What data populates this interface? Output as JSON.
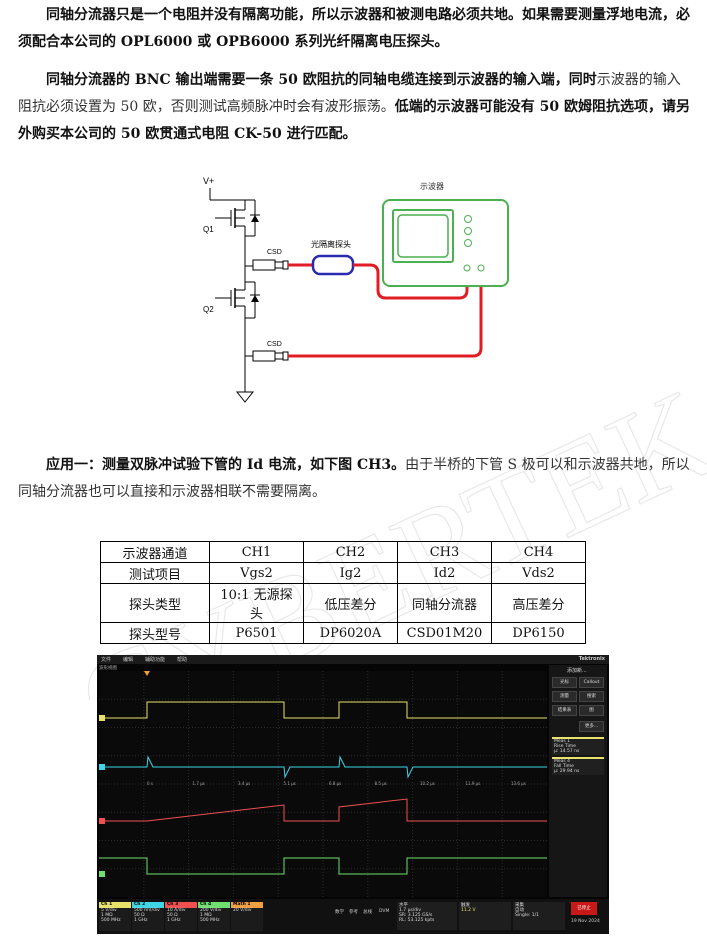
{
  "paragraph1": {
    "a": "同轴分流器只是一个电阻并没有隔离功能，所以示波器和被测电路必须共地。如果需要测量浮地电流，必须配合本公司的 OPL6000 或 OPB6000 系列光纤隔离电压探头。"
  },
  "paragraph2": {
    "a": "同轴分流器的 BNC 输出端需要一条 50 欧阻抗的同轴电缆连接到示波器的输入端，同时",
    "b": "示波器的输入阻抗必须设置为 50 欧，否则测试高频脉冲时会有波形振荡。",
    "c": "低端的示波器可能没有 50 欧姆阻抗选项，请另外购买本公司的 50 欧贯通式电阻 CK-50 进行匹配。"
  },
  "diagram": {
    "vplus": "V+",
    "q1": "Q1",
    "q2": "Q2",
    "csd1": "CSD",
    "csd2": "CSD",
    "probe": "光隔离探头",
    "scope": "示波器"
  },
  "paragraph3": {
    "a": "应用一：测量双脉冲试验下管的 Id 电流，如下图 CH3。",
    "b": "由于半桥的下管 S 极可以和示波器共地，所以同轴分流器也可以直接和示波器相联不需要隔离。"
  },
  "table": {
    "rows": [
      [
        "示波器通道",
        "CH1",
        "CH2",
        "CH3",
        "CH4"
      ],
      [
        "测试项目",
        "Vgs2",
        "Ig2",
        "Id2",
        "Vds2"
      ],
      [
        "探头类型",
        "10:1 无源探头",
        "低压差分",
        "同轴分流器",
        "高压差分"
      ],
      [
        "探头型号",
        "P6501",
        "DP6020A",
        "CSD01M20",
        "DP6150"
      ]
    ]
  },
  "watermark": "CYBERTEK",
  "scope": {
    "menu": [
      "文件",
      "编辑",
      "辅助功能",
      "帮助"
    ],
    "brand": "Tektronix",
    "tab": "波形视图",
    "side_title": "添加新...",
    "side_buttons": [
      "光标",
      "Callout",
      "测量",
      "搜索",
      "结果表",
      "图",
      "更多..."
    ],
    "meas1": {
      "title": "Meas 1",
      "name": "Rise Time",
      "value": "μ: 14.57 ns"
    },
    "meas2": {
      "title": "Meas 4",
      "name": "Fall Time",
      "value": "μ: 29.94 ns"
    },
    "time_ticks": [
      "0 s",
      "1.7 μs",
      "3.4 μs",
      "5.1 μs",
      "6.8 μs",
      "8.5 μs",
      "10.2 μs",
      "11.9 μs",
      "13.6 μs"
    ],
    "channels": [
      {
        "name": "Ch 1",
        "v1": "5 V/div",
        "v2": "1 MΩ",
        "v3": "500 MHz",
        "color": "#e8e26a"
      },
      {
        "name": "Ch 2",
        "v1": "500 mV/div",
        "v2": "50 Ω",
        "v3": "1 GHz",
        "color": "#3fd6e6"
      },
      {
        "name": "Ch 3",
        "v1": "10 A/div",
        "v2": "50 Ω",
        "v3": "1 GHz",
        "color": "#f05050"
      },
      {
        "name": "Ch 4",
        "v1": "200 V/div",
        "v2": "1 MΩ",
        "v3": "500 MHz",
        "color": "#6fe06f"
      },
      {
        "name": "Math 1",
        "v1": "20 V/div",
        "v2": "",
        "v3": "",
        "color": "#f0a040"
      }
    ],
    "bottom_buttons": [
      "数学",
      "参考",
      "总线",
      "DVM"
    ],
    "horizontal": {
      "label": "水平",
      "l1": "1.7 μs/div",
      "l2": "SR: 3.125 GS/s",
      "l3": "RL: 53.125 kpts"
    },
    "trigger": {
      "label": "触发",
      "value": "11.2 V"
    },
    "acq": {
      "label": "采集",
      "l1": "自动",
      "l2": "Single: 1/1"
    },
    "stop": "已停止",
    "date": "19 Nov 2024"
  },
  "colors": {
    "ch1": "#e8e26a",
    "ch2": "#3fd6e6",
    "ch3": "#f05050",
    "ch4": "#6fe06f",
    "cable": "#e01c24",
    "probe": "#2a2ab0",
    "scope_body": "#4caf50"
  }
}
